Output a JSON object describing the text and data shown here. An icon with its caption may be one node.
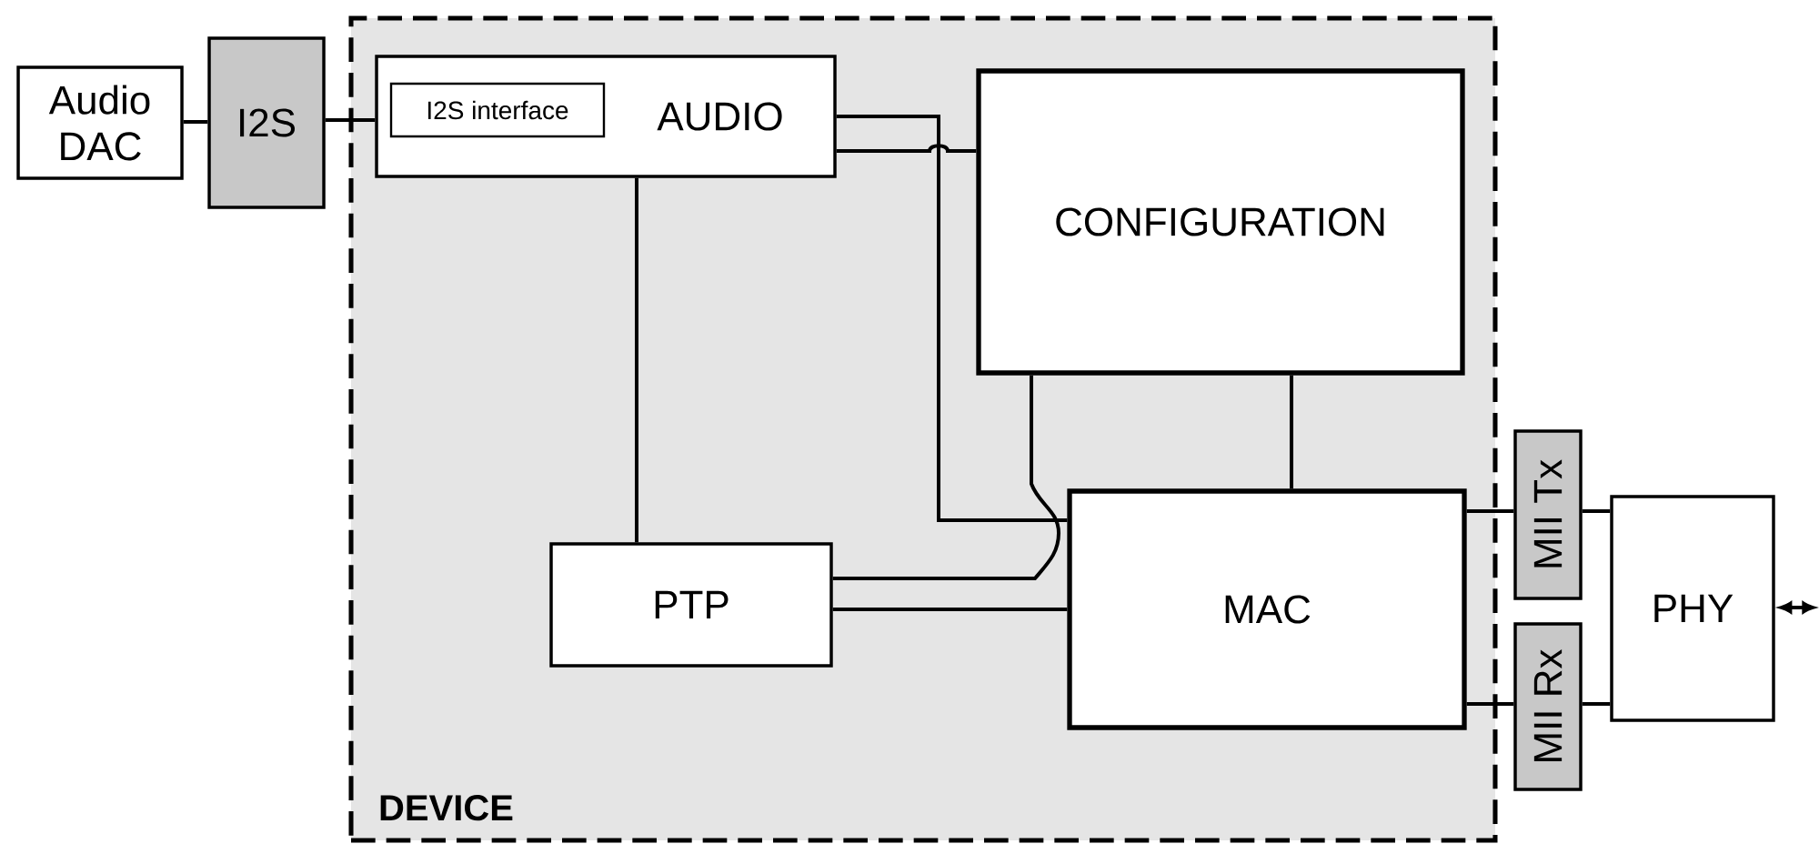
{
  "diagram": {
    "nodes": [
      {
        "text": [
          "DEVICE"
        ]
      },
      {
        "text": [
          "Audio DAC"
        ]
      },
      {
        "text": [
          "I2S"
        ]
      },
      {
        "text": [
          "AUDIO"
        ],
        "in": 0
      },
      {
        "text": [
          "I2S interface"
        ],
        "in": 3
      },
      {
        "text": [
          "CONFIGURATION"
        ],
        "in": 0
      },
      {
        "text": [
          "PTP"
        ],
        "in": 0
      },
      {
        "text": [
          "MAC"
        ],
        "in": 0
      },
      {
        "text": [
          "MII Tx"
        ]
      },
      {
        "text": [
          "MII Rx"
        ]
      },
      {
        "text": [
          "PHY"
        ]
      }
    ],
    "edges": [
      {
        "from": 1,
        "to": 2,
        "arrow": "none"
      },
      {
        "from": 2,
        "to": 3,
        "arrow": "none"
      },
      {
        "from": 3,
        "to": 7,
        "arrow": "none"
      },
      {
        "from": 3,
        "to": 5,
        "arrow": "none"
      },
      {
        "from": 3,
        "to": 6,
        "arrow": "none"
      },
      {
        "from": 5,
        "to": 6,
        "arrow": "none"
      },
      {
        "from": 5,
        "to": 7,
        "arrow": "none"
      },
      {
        "from": 6,
        "to": 7,
        "arrow": "none"
      },
      {
        "from": 7,
        "to": 8,
        "arrow": "none"
      },
      {
        "from": 8,
        "to": 10,
        "arrow": "none"
      },
      {
        "from": 7,
        "to": 9,
        "arrow": "none"
      },
      {
        "from": 9,
        "to": 10,
        "arrow": "none"
      },
      {
        "from": 10,
        "to": null,
        "arrow": "both"
      }
    ]
  }
}
